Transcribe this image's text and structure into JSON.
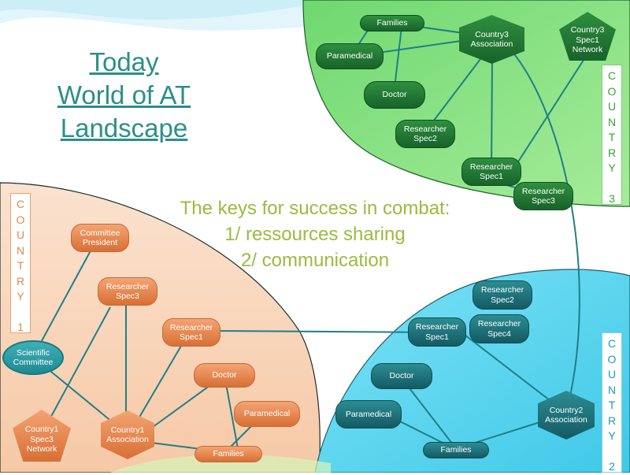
{
  "title": {
    "line1": "Today",
    "line2": "World of AT",
    "line3": "Landscape"
  },
  "keys": {
    "line1": "The keys for success in combat:",
    "line2": "1/ ressources sharing",
    "line3": "2/ communication"
  },
  "country_labels": {
    "c1": [
      "C",
      "O",
      "U",
      "N",
      "T",
      "R",
      "Y",
      "",
      "1"
    ],
    "c3": [
      "C",
      "O",
      "U",
      "N",
      "T",
      "R",
      "Y",
      "",
      "3"
    ],
    "c2": [
      "C",
      "O",
      "U",
      "N",
      "T",
      "R",
      "Y",
      "",
      "2"
    ]
  },
  "country3": {
    "families": "Families",
    "association": [
      "Country3",
      "Association"
    ],
    "network": [
      "Country3",
      "Spec1",
      "Network"
    ],
    "paramedical": "Paramedical",
    "doctor": "Doctor",
    "researcher_spec2": [
      "Researcher",
      "Spec2"
    ],
    "researcher_spec1": [
      "Researcher",
      "Spec1"
    ],
    "researcher_spec3": [
      "Researcher",
      "Spec3"
    ]
  },
  "country1": {
    "committee_president": [
      "Committee",
      "President"
    ],
    "researcher_spec3": [
      "Researcher",
      "Spec3"
    ],
    "researcher_spec1": [
      "Researcher",
      "Spec1"
    ],
    "scientific_committee": [
      "Scientific",
      "Committee"
    ],
    "doctor": "Doctor",
    "paramedical": "Paramedical",
    "network": [
      "Country1",
      "Spec3",
      "Network"
    ],
    "association": [
      "Country1",
      "Association"
    ],
    "families": "Families"
  },
  "country2": {
    "researcher_spec2": [
      "Researcher",
      "Spec2"
    ],
    "researcher_spec1": [
      "Researcher",
      "Spec1"
    ],
    "researcher_spec4": [
      "Researcher",
      "Spec4"
    ],
    "doctor": "Doctor",
    "paramedical": "Paramedical",
    "association": [
      "Country2",
      "Association"
    ],
    "families": "Families"
  },
  "colors": {
    "country3_bg": "#8de08a",
    "country1_bg": "#f9d5b9",
    "country2_bg": "#66d8f0",
    "line_color": "#1f7f86",
    "title_color": "#2b8f8a",
    "keys_color": "#9bbb3f"
  }
}
